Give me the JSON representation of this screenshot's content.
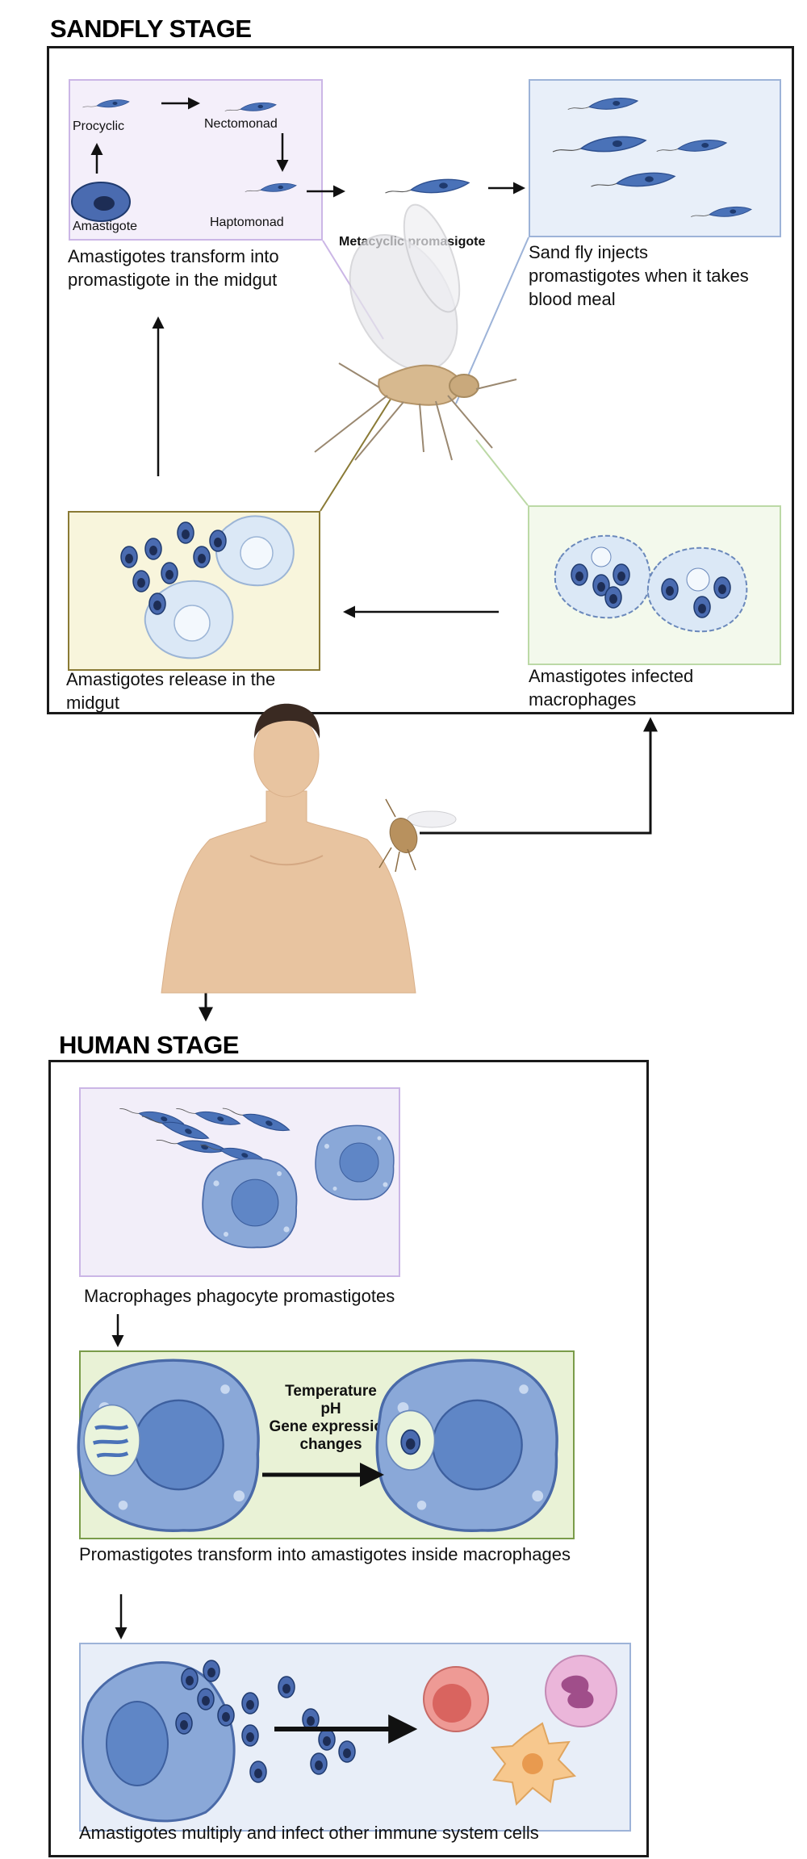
{
  "sandfly_stage": {
    "title": "SANDFLY STAGE",
    "forms": {
      "procyclic": "Procyclic",
      "nectomonad": "Nectomonad",
      "haptomonad": "Haptomonad",
      "amastigote": "Amastigote",
      "metacyclic": "Metacyclic promasigote"
    },
    "captions": {
      "midgut_transform": "Amastigotes transform into promastigote in the midgut",
      "injection": "Sand fly injects promastigotes when it takes blood meal",
      "release": "Amastigotes release in the midgut",
      "infected": "Amastigotes infected macrophages"
    }
  },
  "human_stage": {
    "title": "HUMAN STAGE",
    "captions": {
      "phagocyte": "Macrophages phagocyte promastigotes",
      "transform": "Promastigotes transform into amastigotes inside macrophages",
      "multiply": "Amastigotes multiply and infect other immune system cells"
    },
    "conditions": {
      "temperature": "Temperature",
      "ph": "pH",
      "gene": "Gene expression changes"
    }
  },
  "colors": {
    "frame": "#1a1a1a",
    "parasite": "#4a72b8",
    "cell": "#a8c0e4",
    "panel_purple": "#f4effa",
    "panel_blue": "#e6eef8",
    "panel_yellow": "#f8f5dc",
    "panel_green": "#f3f9ec",
    "panel_green_dark": "#e9f2d6",
    "skin": "#e8c4a0"
  }
}
